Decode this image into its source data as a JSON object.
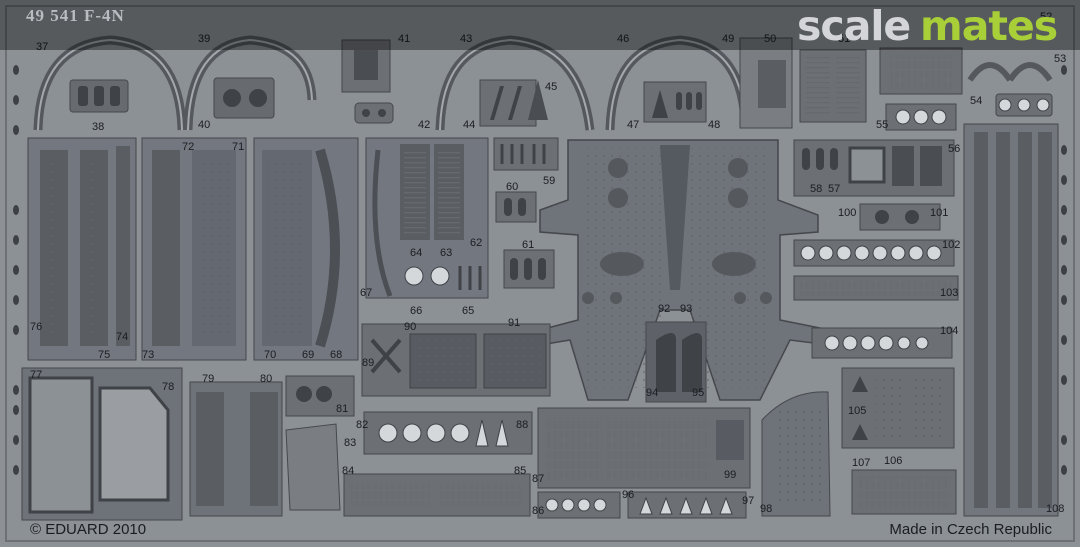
{
  "fret": {
    "code": "49 541   F-4N",
    "copyright": "© EDUARD 2010",
    "origin": "Made in Czech Republic"
  },
  "watermark": {
    "part1": "scale",
    "part2": "mates",
    "color1": "#d3d5d8",
    "color2": "#a9cf38"
  },
  "part_numbers": [
    "37",
    "38",
    "39",
    "40",
    "41",
    "42",
    "43",
    "44",
    "45",
    "46",
    "47",
    "48",
    "49",
    "50",
    "51",
    "52",
    "53",
    "54",
    "55",
    "56",
    "57",
    "58",
    "59",
    "60",
    "61",
    "62",
    "63",
    "64",
    "65",
    "66",
    "67",
    "68",
    "69",
    "70",
    "71",
    "72",
    "73",
    "74",
    "75",
    "76",
    "77",
    "78",
    "79",
    "80",
    "81",
    "82",
    "83",
    "84",
    "85",
    "86",
    "87",
    "88",
    "89",
    "90",
    "91",
    "92",
    "93",
    "94",
    "95",
    "96",
    "97",
    "98",
    "99",
    "100",
    "101",
    "102",
    "103",
    "104",
    "105",
    "106",
    "107",
    "108"
  ]
}
